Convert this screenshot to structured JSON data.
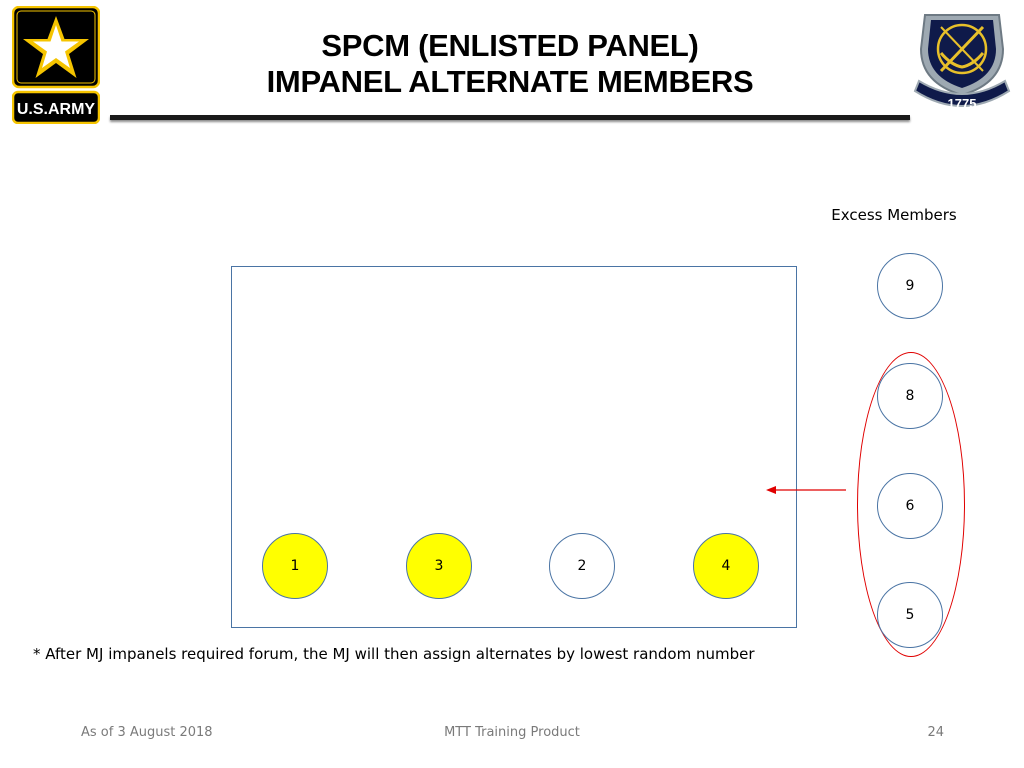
{
  "header": {
    "title_line1": "SPCM (ENLISTED PANEL)",
    "title_line2": "IMPANEL ALTERNATE MEMBERS",
    "army_logo_text": "U.S.ARMY",
    "jag_logo_text": "1775"
  },
  "diagram": {
    "excess_label": "Excess Members",
    "panel_members": [
      {
        "number": "1",
        "selected": true
      },
      {
        "number": "3",
        "selected": true
      },
      {
        "number": "2",
        "selected": false
      },
      {
        "number": "4",
        "selected": true
      }
    ],
    "excess_members": [
      {
        "number": "9",
        "alternate": false
      },
      {
        "number": "8",
        "alternate": true
      },
      {
        "number": "6",
        "alternate": true
      },
      {
        "number": "5",
        "alternate": true
      }
    ],
    "footnote": "* After MJ impanels required forum, the MJ will then assign alternates by lowest random number"
  },
  "footer": {
    "date": "As of 3 August 2018",
    "center": "MTT Training Product",
    "page": "24"
  },
  "colors": {
    "selected_fill": "#ffff00",
    "circle_outline": "#4a74a4",
    "alternate_outline": "#e00000",
    "army_gold": "#f5c400"
  },
  "icons": {
    "army_logo": "army-star-logo",
    "jag_logo": "jag-crest-logo",
    "arrow": "arrow-left-icon"
  }
}
